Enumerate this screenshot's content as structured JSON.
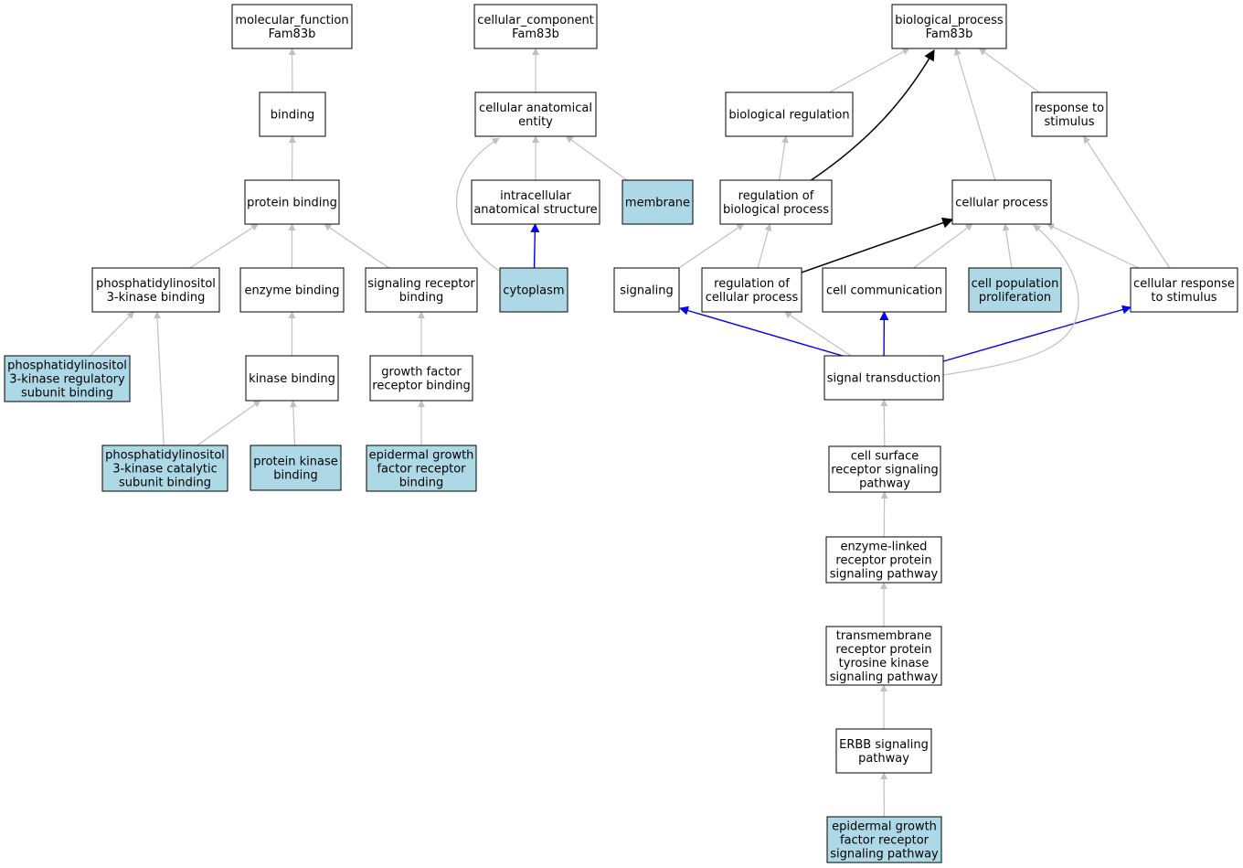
{
  "colors": {
    "default_node": "#ffffff",
    "annotated_node": "#add8e6",
    "edge_grey": "#c0c0c0",
    "edge_black": "#000000",
    "edge_blue": "#0000ff"
  },
  "nodes": [
    {
      "id": "mf_root",
      "lines": [
        "molecular_function",
        "Fam83b"
      ],
      "highlight": false
    },
    {
      "id": "binding",
      "lines": [
        "binding"
      ],
      "highlight": false
    },
    {
      "id": "protein_binding",
      "lines": [
        "protein binding"
      ],
      "highlight": false
    },
    {
      "id": "pi3k_binding",
      "lines": [
        "phosphatidylinositol",
        "3-kinase binding"
      ],
      "highlight": false
    },
    {
      "id": "enzyme_binding",
      "lines": [
        "enzyme binding"
      ],
      "highlight": false
    },
    {
      "id": "sig_receptor_binding",
      "lines": [
        "signaling receptor",
        "binding"
      ],
      "highlight": false
    },
    {
      "id": "pi3k_reg_binding",
      "lines": [
        "phosphatidylinositol",
        "3-kinase regulatory",
        "subunit binding"
      ],
      "highlight": true
    },
    {
      "id": "kinase_binding",
      "lines": [
        "kinase binding"
      ],
      "highlight": false
    },
    {
      "id": "gf_receptor_binding",
      "lines": [
        "growth factor",
        "receptor binding"
      ],
      "highlight": false
    },
    {
      "id": "pi3k_cat_binding",
      "lines": [
        "phosphatidylinositol",
        "3-kinase catalytic",
        "subunit binding"
      ],
      "highlight": true
    },
    {
      "id": "protein_kinase_binding",
      "lines": [
        "protein kinase",
        "binding"
      ],
      "highlight": true
    },
    {
      "id": "egfr_binding",
      "lines": [
        "epidermal growth",
        "factor receptor",
        "binding"
      ],
      "highlight": true
    },
    {
      "id": "cc_root",
      "lines": [
        "cellular_component",
        "Fam83b"
      ],
      "highlight": false
    },
    {
      "id": "cae",
      "lines": [
        "cellular anatomical",
        "entity"
      ],
      "highlight": false
    },
    {
      "id": "ias",
      "lines": [
        "intracellular",
        "anatomical structure"
      ],
      "highlight": false
    },
    {
      "id": "membrane",
      "lines": [
        "membrane"
      ],
      "highlight": true
    },
    {
      "id": "cytoplasm",
      "lines": [
        "cytoplasm"
      ],
      "highlight": true
    },
    {
      "id": "bp_root",
      "lines": [
        "biological_process",
        "Fam83b"
      ],
      "highlight": false
    },
    {
      "id": "bio_reg",
      "lines": [
        "biological regulation"
      ],
      "highlight": false
    },
    {
      "id": "resp_stim",
      "lines": [
        "response to",
        "stimulus"
      ],
      "highlight": false
    },
    {
      "id": "reg_bio_proc",
      "lines": [
        "regulation of",
        "biological process"
      ],
      "highlight": false
    },
    {
      "id": "cell_proc",
      "lines": [
        "cellular process"
      ],
      "highlight": false
    },
    {
      "id": "signaling",
      "lines": [
        "signaling"
      ],
      "highlight": false
    },
    {
      "id": "reg_cell_proc",
      "lines": [
        "regulation of",
        "cellular process"
      ],
      "highlight": false
    },
    {
      "id": "cell_comm",
      "lines": [
        "cell communication"
      ],
      "highlight": false
    },
    {
      "id": "cell_pop_prolif",
      "lines": [
        "cell population",
        "proliferation"
      ],
      "highlight": true
    },
    {
      "id": "cell_resp_stim",
      "lines": [
        "cellular response",
        "to stimulus"
      ],
      "highlight": false
    },
    {
      "id": "sig_trans",
      "lines": [
        "signal transduction"
      ],
      "highlight": false
    },
    {
      "id": "csrsp",
      "lines": [
        "cell surface",
        "receptor signaling",
        "pathway"
      ],
      "highlight": false
    },
    {
      "id": "elrpsp",
      "lines": [
        "enzyme-linked",
        "receptor protein",
        "signaling pathway"
      ],
      "highlight": false
    },
    {
      "id": "trptksp",
      "lines": [
        "transmembrane",
        "receptor protein",
        "tyrosine kinase",
        "signaling pathway"
      ],
      "highlight": false
    },
    {
      "id": "erbb",
      "lines": [
        "ERBB signaling",
        "pathway"
      ],
      "highlight": false
    },
    {
      "id": "egfr_sp",
      "lines": [
        "epidermal growth",
        "factor receptor",
        "signaling pathway"
      ],
      "highlight": true
    }
  ],
  "edges": [
    {
      "from": "binding",
      "to": "mf_root",
      "kind": "grey"
    },
    {
      "from": "protein_binding",
      "to": "binding",
      "kind": "grey"
    },
    {
      "from": "pi3k_binding",
      "to": "protein_binding",
      "kind": "grey"
    },
    {
      "from": "enzyme_binding",
      "to": "protein_binding",
      "kind": "grey"
    },
    {
      "from": "sig_receptor_binding",
      "to": "protein_binding",
      "kind": "grey"
    },
    {
      "from": "pi3k_reg_binding",
      "to": "pi3k_binding",
      "kind": "grey"
    },
    {
      "from": "kinase_binding",
      "to": "enzyme_binding",
      "kind": "grey"
    },
    {
      "from": "gf_receptor_binding",
      "to": "sig_receptor_binding",
      "kind": "grey"
    },
    {
      "from": "pi3k_cat_binding",
      "to": "pi3k_binding",
      "kind": "grey"
    },
    {
      "from": "pi3k_cat_binding",
      "to": "kinase_binding",
      "kind": "grey"
    },
    {
      "from": "protein_kinase_binding",
      "to": "kinase_binding",
      "kind": "grey"
    },
    {
      "from": "egfr_binding",
      "to": "gf_receptor_binding",
      "kind": "grey"
    },
    {
      "from": "cae",
      "to": "cc_root",
      "kind": "grey"
    },
    {
      "from": "ias",
      "to": "cae",
      "kind": "grey"
    },
    {
      "from": "membrane",
      "to": "cae",
      "kind": "grey"
    },
    {
      "from": "cytoplasm",
      "to": "cae",
      "kind": "grey"
    },
    {
      "from": "cytoplasm",
      "to": "ias",
      "kind": "blue"
    },
    {
      "from": "bio_reg",
      "to": "bp_root",
      "kind": "grey"
    },
    {
      "from": "resp_stim",
      "to": "bp_root",
      "kind": "grey"
    },
    {
      "from": "reg_bio_proc",
      "to": "bp_root",
      "kind": "black"
    },
    {
      "from": "reg_bio_proc",
      "to": "bio_reg",
      "kind": "grey"
    },
    {
      "from": "cell_proc",
      "to": "bp_root",
      "kind": "grey"
    },
    {
      "from": "signaling",
      "to": "reg_bio_proc",
      "kind": "grey"
    },
    {
      "from": "reg_cell_proc",
      "to": "reg_bio_proc",
      "kind": "grey"
    },
    {
      "from": "reg_cell_proc",
      "to": "cell_proc",
      "kind": "black"
    },
    {
      "from": "cell_comm",
      "to": "cell_proc",
      "kind": "grey"
    },
    {
      "from": "cell_pop_prolif",
      "to": "cell_proc",
      "kind": "grey"
    },
    {
      "from": "cell_resp_stim",
      "to": "cell_proc",
      "kind": "grey"
    },
    {
      "from": "cell_resp_stim",
      "to": "resp_stim",
      "kind": "grey"
    },
    {
      "from": "sig_trans",
      "to": "signaling",
      "kind": "blue"
    },
    {
      "from": "sig_trans",
      "to": "reg_cell_proc",
      "kind": "grey"
    },
    {
      "from": "sig_trans",
      "to": "cell_comm",
      "kind": "blue"
    },
    {
      "from": "sig_trans",
      "to": "cell_resp_stim",
      "kind": "blue"
    },
    {
      "from": "sig_trans",
      "to": "cell_proc",
      "kind": "grey"
    },
    {
      "from": "csrsp",
      "to": "sig_trans",
      "kind": "grey"
    },
    {
      "from": "elrpsp",
      "to": "csrsp",
      "kind": "grey"
    },
    {
      "from": "trptksp",
      "to": "elrpsp",
      "kind": "grey"
    },
    {
      "from": "erbb",
      "to": "trptksp",
      "kind": "grey"
    },
    {
      "from": "egfr_sp",
      "to": "erbb",
      "kind": "grey"
    }
  ]
}
